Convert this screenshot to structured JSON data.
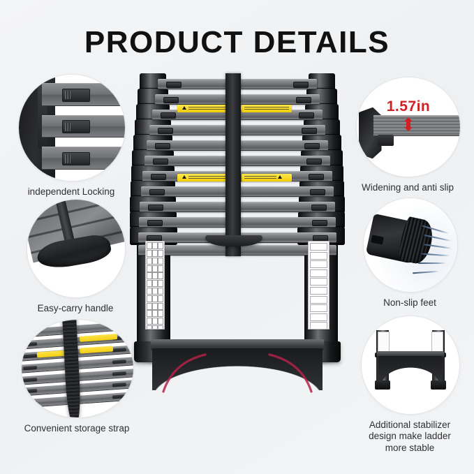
{
  "page": {
    "title": "PRODUCT DETAILS",
    "background_color": "#f1f2f4",
    "title_color": "#111111"
  },
  "features": [
    {
      "id": "independent-locking",
      "caption": "independent Locking",
      "side": "left",
      "icon": "ladder-lock-buttons"
    },
    {
      "id": "easy-carry-handle",
      "caption": "Easy-carry handle",
      "side": "left",
      "icon": "ladder-carry-handle"
    },
    {
      "id": "convenient-storage-strap",
      "caption": "Convenient storage strap",
      "side": "left",
      "icon": "ladder-storage-strap"
    },
    {
      "id": "widening-anti-slip",
      "caption": "Widening and anti slip",
      "side": "right",
      "icon": "ladder-wide-step",
      "measurement": "1.57in",
      "measurement_color": "#cf2026"
    },
    {
      "id": "non-slip-feet",
      "caption": "Non-slip feet",
      "side": "right",
      "icon": "ladder-rubber-foot"
    },
    {
      "id": "additional-stabilizer",
      "caption": "Additional stabilizer\ndesign make ladder\nmore stable",
      "side": "right",
      "icon": "ladder-stabilizer-bar"
    }
  ],
  "product": {
    "name": "telescoping-extension-ladder",
    "state": "collapsed",
    "rung_count": 12,
    "warning_label_count": 4,
    "warning_label_color": "#f3d00a",
    "safety_sticker_left": "pictogram-instruction-label",
    "safety_sticker_right": "warning-prohibition-label",
    "accent_arc_color": "#b5224a",
    "colors": {
      "rail": "#1b1c1e",
      "rung": "#74767a",
      "strap": "#1d1e20"
    }
  }
}
